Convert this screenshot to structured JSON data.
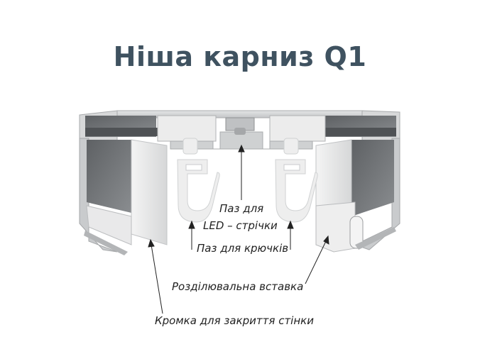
{
  "title": "Ніша карниз Q1",
  "labels": {
    "led_slot": "Паз для",
    "led_slot_line2": "LED – стрічки",
    "hook_slot": "Паз для крючків",
    "divider_insert": "Розділювальна вставка",
    "wall_edge": "Кромка для закриття стінки"
  },
  "colors": {
    "title": "#3f5260",
    "metal_light": "#d9dadb",
    "metal_mid": "#b9bbbd",
    "metal_dark": "#6e7174",
    "hook": "#eeeeee"
  }
}
